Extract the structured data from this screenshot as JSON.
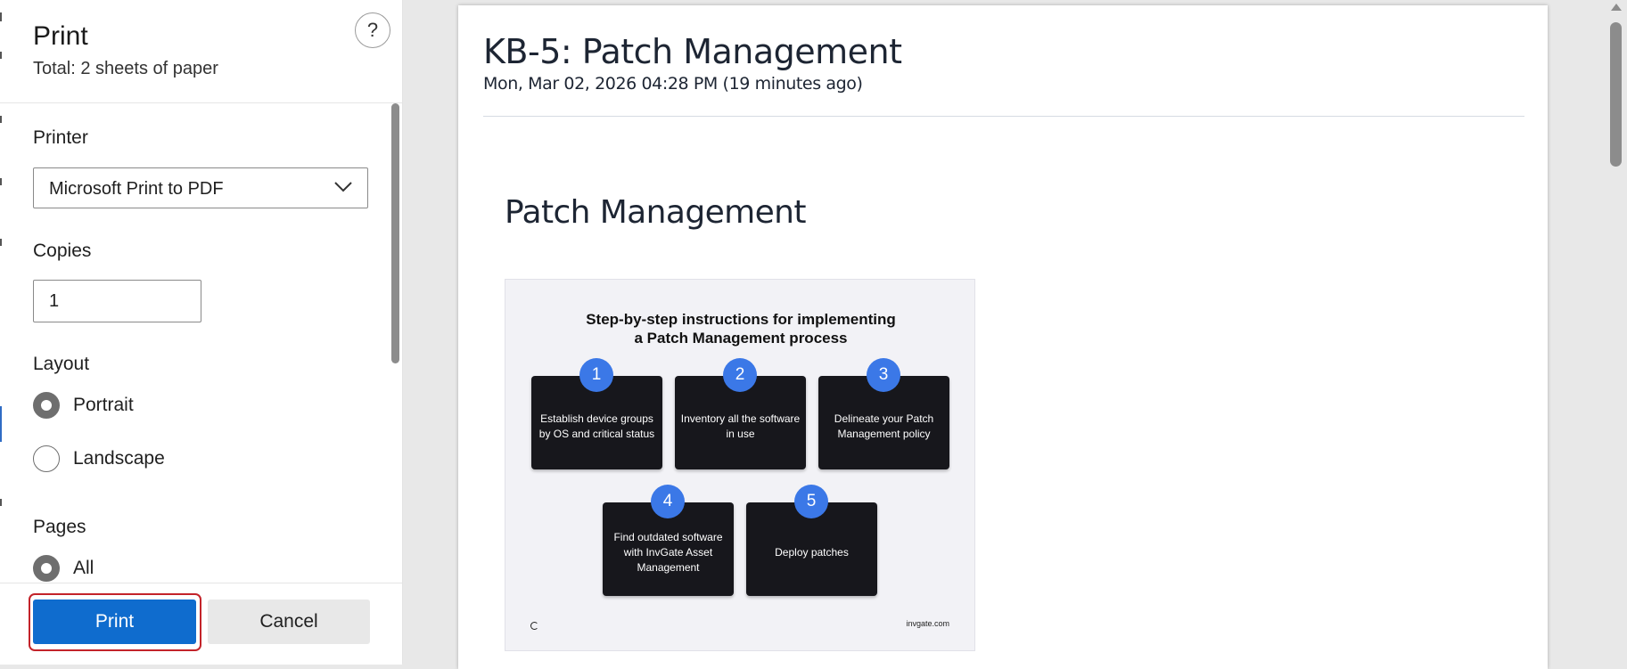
{
  "panel": {
    "title": "Print",
    "total": "Total: 2 sheets of paper",
    "help_glyph": "?",
    "printer": {
      "label": "Printer",
      "value": "Microsoft Print to PDF"
    },
    "copies": {
      "label": "Copies",
      "value": "1"
    },
    "layout": {
      "label": "Layout",
      "options": [
        {
          "label": "Portrait",
          "selected": true
        },
        {
          "label": "Landscape",
          "selected": false
        }
      ]
    },
    "pages": {
      "label": "Pages",
      "options": [
        {
          "label": "All",
          "selected": true
        }
      ]
    },
    "print_button": "Print",
    "cancel_button": "Cancel"
  },
  "preview": {
    "doc_title": "KB-5: Patch Management",
    "doc_date": "Mon, Mar 02, 2026 04:28 PM (19 minutes ago)",
    "heading": "Patch Management",
    "infographic": {
      "title_line1": "Step-by-step instructions for implementing",
      "title_line2": "a Patch Management process",
      "steps": [
        {
          "num": "1",
          "text": "Establish device groups by OS and critical status"
        },
        {
          "num": "2",
          "text": "Inventory all the software in use"
        },
        {
          "num": "3",
          "text": "Delineate your Patch Management policy"
        },
        {
          "num": "4",
          "text": "Find outdated software with InvGate Asset Management"
        },
        {
          "num": "5",
          "text": "Deploy patches"
        }
      ],
      "footer_url": "invgate.com"
    }
  },
  "colors": {
    "accent": "#0f6cce",
    "focus_ring": "#c3232a",
    "step_badge": "#3b78e7",
    "step_card": "#17171c"
  }
}
